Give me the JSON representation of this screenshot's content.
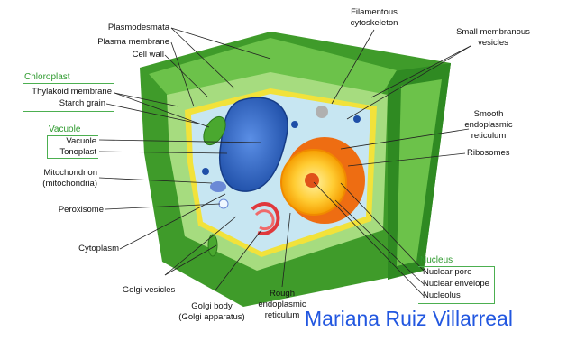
{
  "labels": {
    "plasmodesmata": "Plasmodesmata",
    "plasma_membrane": "Plasma membrane",
    "cell_wall": "Cell wall",
    "thylakoid": "Thylakoid membrane",
    "starch": "Starch grain",
    "vacuole": "Vacuole",
    "tonoplast": "Tonoplast",
    "mito_1": "Mitochondrion",
    "mito_2": "(mitochondria)",
    "peroxisome": "Peroxisome",
    "cytoplasm": "Cytoplasm",
    "golgi_vesicles": "Golgi vesicles",
    "golgi_body_1": "Golgi body",
    "golgi_body_2": "(Golgi apparatus)",
    "rough_er_1": "Rough",
    "rough_er_2": "endoplasmic",
    "rough_er_3": "reticulum",
    "filamentous_1": "Filamentous",
    "filamentous_2": "cytoskeleton",
    "small_vesicles_1": "Small membranous",
    "small_vesicles_2": "vesicles",
    "smooth_er_1": "Smooth",
    "smooth_er_2": "endoplasmic",
    "smooth_er_3": "reticulum",
    "ribosomes": "Ribosomes",
    "nuclear_pore": "Nuclear pore",
    "nuclear_envelope": "Nuclear envelope",
    "nucleolus": "Nucleolus"
  },
  "groups": {
    "chloroplast": "Chloroplast",
    "vacuole": "Vacuole",
    "nucleus": "Nucleus"
  },
  "credit": "Mariana Ruiz Villarreal",
  "colors": {
    "wall_dark": "#3f9b2a",
    "wall_mid": "#6cc24a",
    "wall_light": "#a6dc7f",
    "membrane": "#f2e23a",
    "cytoplasm": "#c7e6f2",
    "vacuole": "#2f66c7",
    "nucleus": "#f5b400",
    "rough_er": "#ee6d12",
    "golgi": "#e0383c",
    "group_green": "#2e9a2e",
    "credit_blue": "#2257e0"
  }
}
